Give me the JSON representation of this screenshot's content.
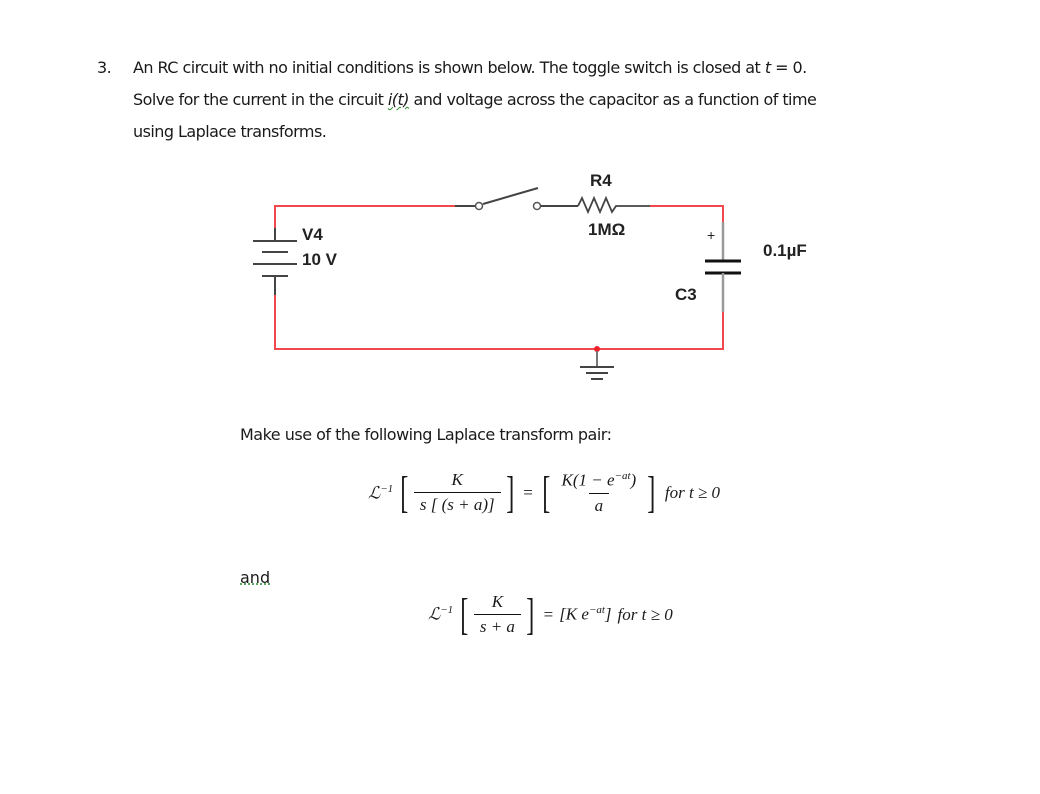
{
  "problem": {
    "number": "3.",
    "line1_pre": "An RC circuit with no initial conditions is shown below. The toggle switch is closed at ",
    "line1_var": "t",
    "line1_post": " = 0.",
    "line2_pre": "Solve for the current in the circuit ",
    "line2_var": "i(t)",
    "line2_post": " and voltage across the capacitor as a function of time",
    "line3": "using Laplace transforms."
  },
  "circuit": {
    "source": {
      "name": "V4",
      "value": "10 V"
    },
    "resistor": {
      "name": "R4",
      "value": "1MΩ"
    },
    "capacitor": {
      "name": "C3",
      "value": "0.1µF",
      "polarity": "+"
    },
    "switch": {
      "state": "open"
    },
    "colors": {
      "wire": "#f0484c",
      "component": "#444444",
      "capacitor_lead": "#9a9a9a"
    }
  },
  "intro": "Make use of the following Laplace transform pair:",
  "eq1": {
    "operator": "ℒ",
    "inv": "−1",
    "lhs_num": "K",
    "lhs_den": "s [ (s + a)]",
    "equals": "=",
    "rhs_num": "K(1 − e",
    "rhs_exp": "−at",
    "rhs_close": ")",
    "rhs_den": "a",
    "condition": "for t ≥ 0"
  },
  "connector": "and",
  "eq2": {
    "operator": "ℒ",
    "inv": "−1",
    "lhs_num": "K",
    "lhs_den": "s + a",
    "equals": "=",
    "rhs": "[K e",
    "rhs_exp": "−at",
    "rhs_close": "]",
    "condition": "for t ≥ 0"
  }
}
